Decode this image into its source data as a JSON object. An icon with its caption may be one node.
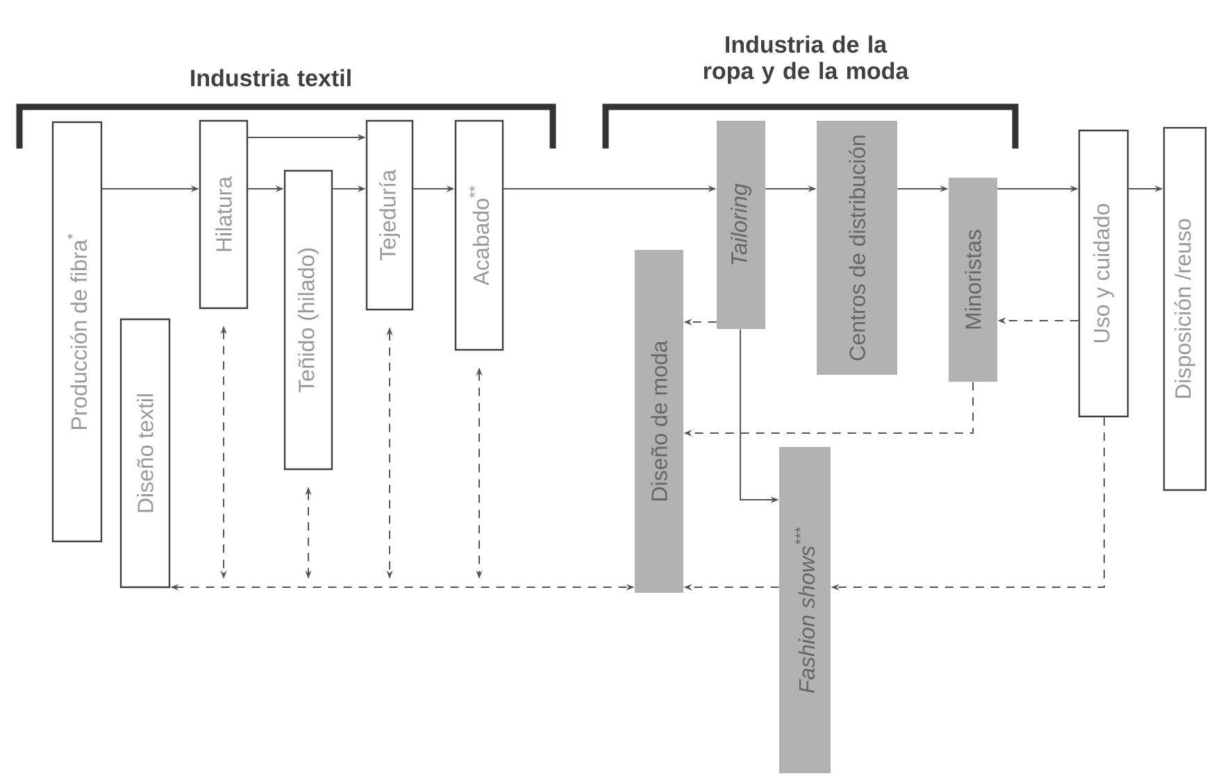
{
  "diagram": {
    "nodes": [
      {
        "text": [
          "Producción de fibra$^{*}$"
        ]
      },
      {
        "text": [
          "Diseño textil"
        ]
      },
      {
        "text": [
          "Hilatura"
        ]
      },
      {
        "text": [
          "Teñido (hilado)"
        ]
      },
      {
        "text": [
          "Tejeduría"
        ]
      },
      {
        "text": [
          "Acabado$^{**}$"
        ]
      },
      {
        "text": [
          "Tailoring"
        ]
      },
      {
        "text": [
          "Centros de distribución"
        ]
      },
      {
        "text": [
          "Minoristas"
        ]
      },
      {
        "text": [
          "Uso y cuidado"
        ]
      },
      {
        "text": [
          "Disposición /reuso"
        ]
      },
      {
        "text": [
          "Diseño de moda"
        ]
      },
      {
        "text": [
          "Fashion shows$^{***}$"
        ]
      }
    ],
    "edges": [
      {
        "from": 0,
        "to": 2,
        "arrow": "to"
      },
      {
        "from": 2,
        "to": 3,
        "arrow": "to"
      },
      {
        "from": 2,
        "to": 4,
        "arrow": "to"
      },
      {
        "from": 3,
        "to": 4,
        "arrow": "to"
      },
      {
        "from": 4,
        "to": 5,
        "arrow": "to"
      },
      {
        "from": 5,
        "to": 6,
        "arrow": "to"
      },
      {
        "from": 6,
        "to": 7,
        "arrow": "to"
      },
      {
        "from": 7,
        "to": 8,
        "arrow": "to"
      },
      {
        "from": 8,
        "to": 9,
        "arrow": "to"
      },
      {
        "from": 9,
        "to": 10,
        "arrow": "to"
      },
      {
        "from": 6,
        "to": 11,
        "arrow": "to",
        "style": "dashed"
      },
      {
        "from": 6,
        "to": 12,
        "arrow": "to"
      },
      {
        "from": 9,
        "to": 8,
        "arrow": "to",
        "style": "dashed"
      },
      {
        "from": 8,
        "to": 11,
        "arrow": "to",
        "style": "dashed"
      },
      {
        "from": 9,
        "to": 12,
        "arrow": "to",
        "style": "dashed"
      },
      {
        "from": 12,
        "to": 11,
        "arrow": "to",
        "style": "dashed"
      },
      {
        "from": 1,
        "to": 11,
        "arrow": "both",
        "style": "dashed"
      },
      {
        "from": 2,
        "to": null,
        "arrow": "both",
        "style": "dashed"
      },
      {
        "from": 3,
        "to": null,
        "arrow": "both",
        "style": "dashed"
      },
      {
        "from": 4,
        "to": null,
        "arrow": "both",
        "style": "dashed"
      },
      {
        "from": 5,
        "to": null,
        "arrow": "both",
        "style": "dashed"
      }
    ],
    "labels": [
      "Industria textil",
      "Industria de la ropa y de la moda"
    ]
  }
}
